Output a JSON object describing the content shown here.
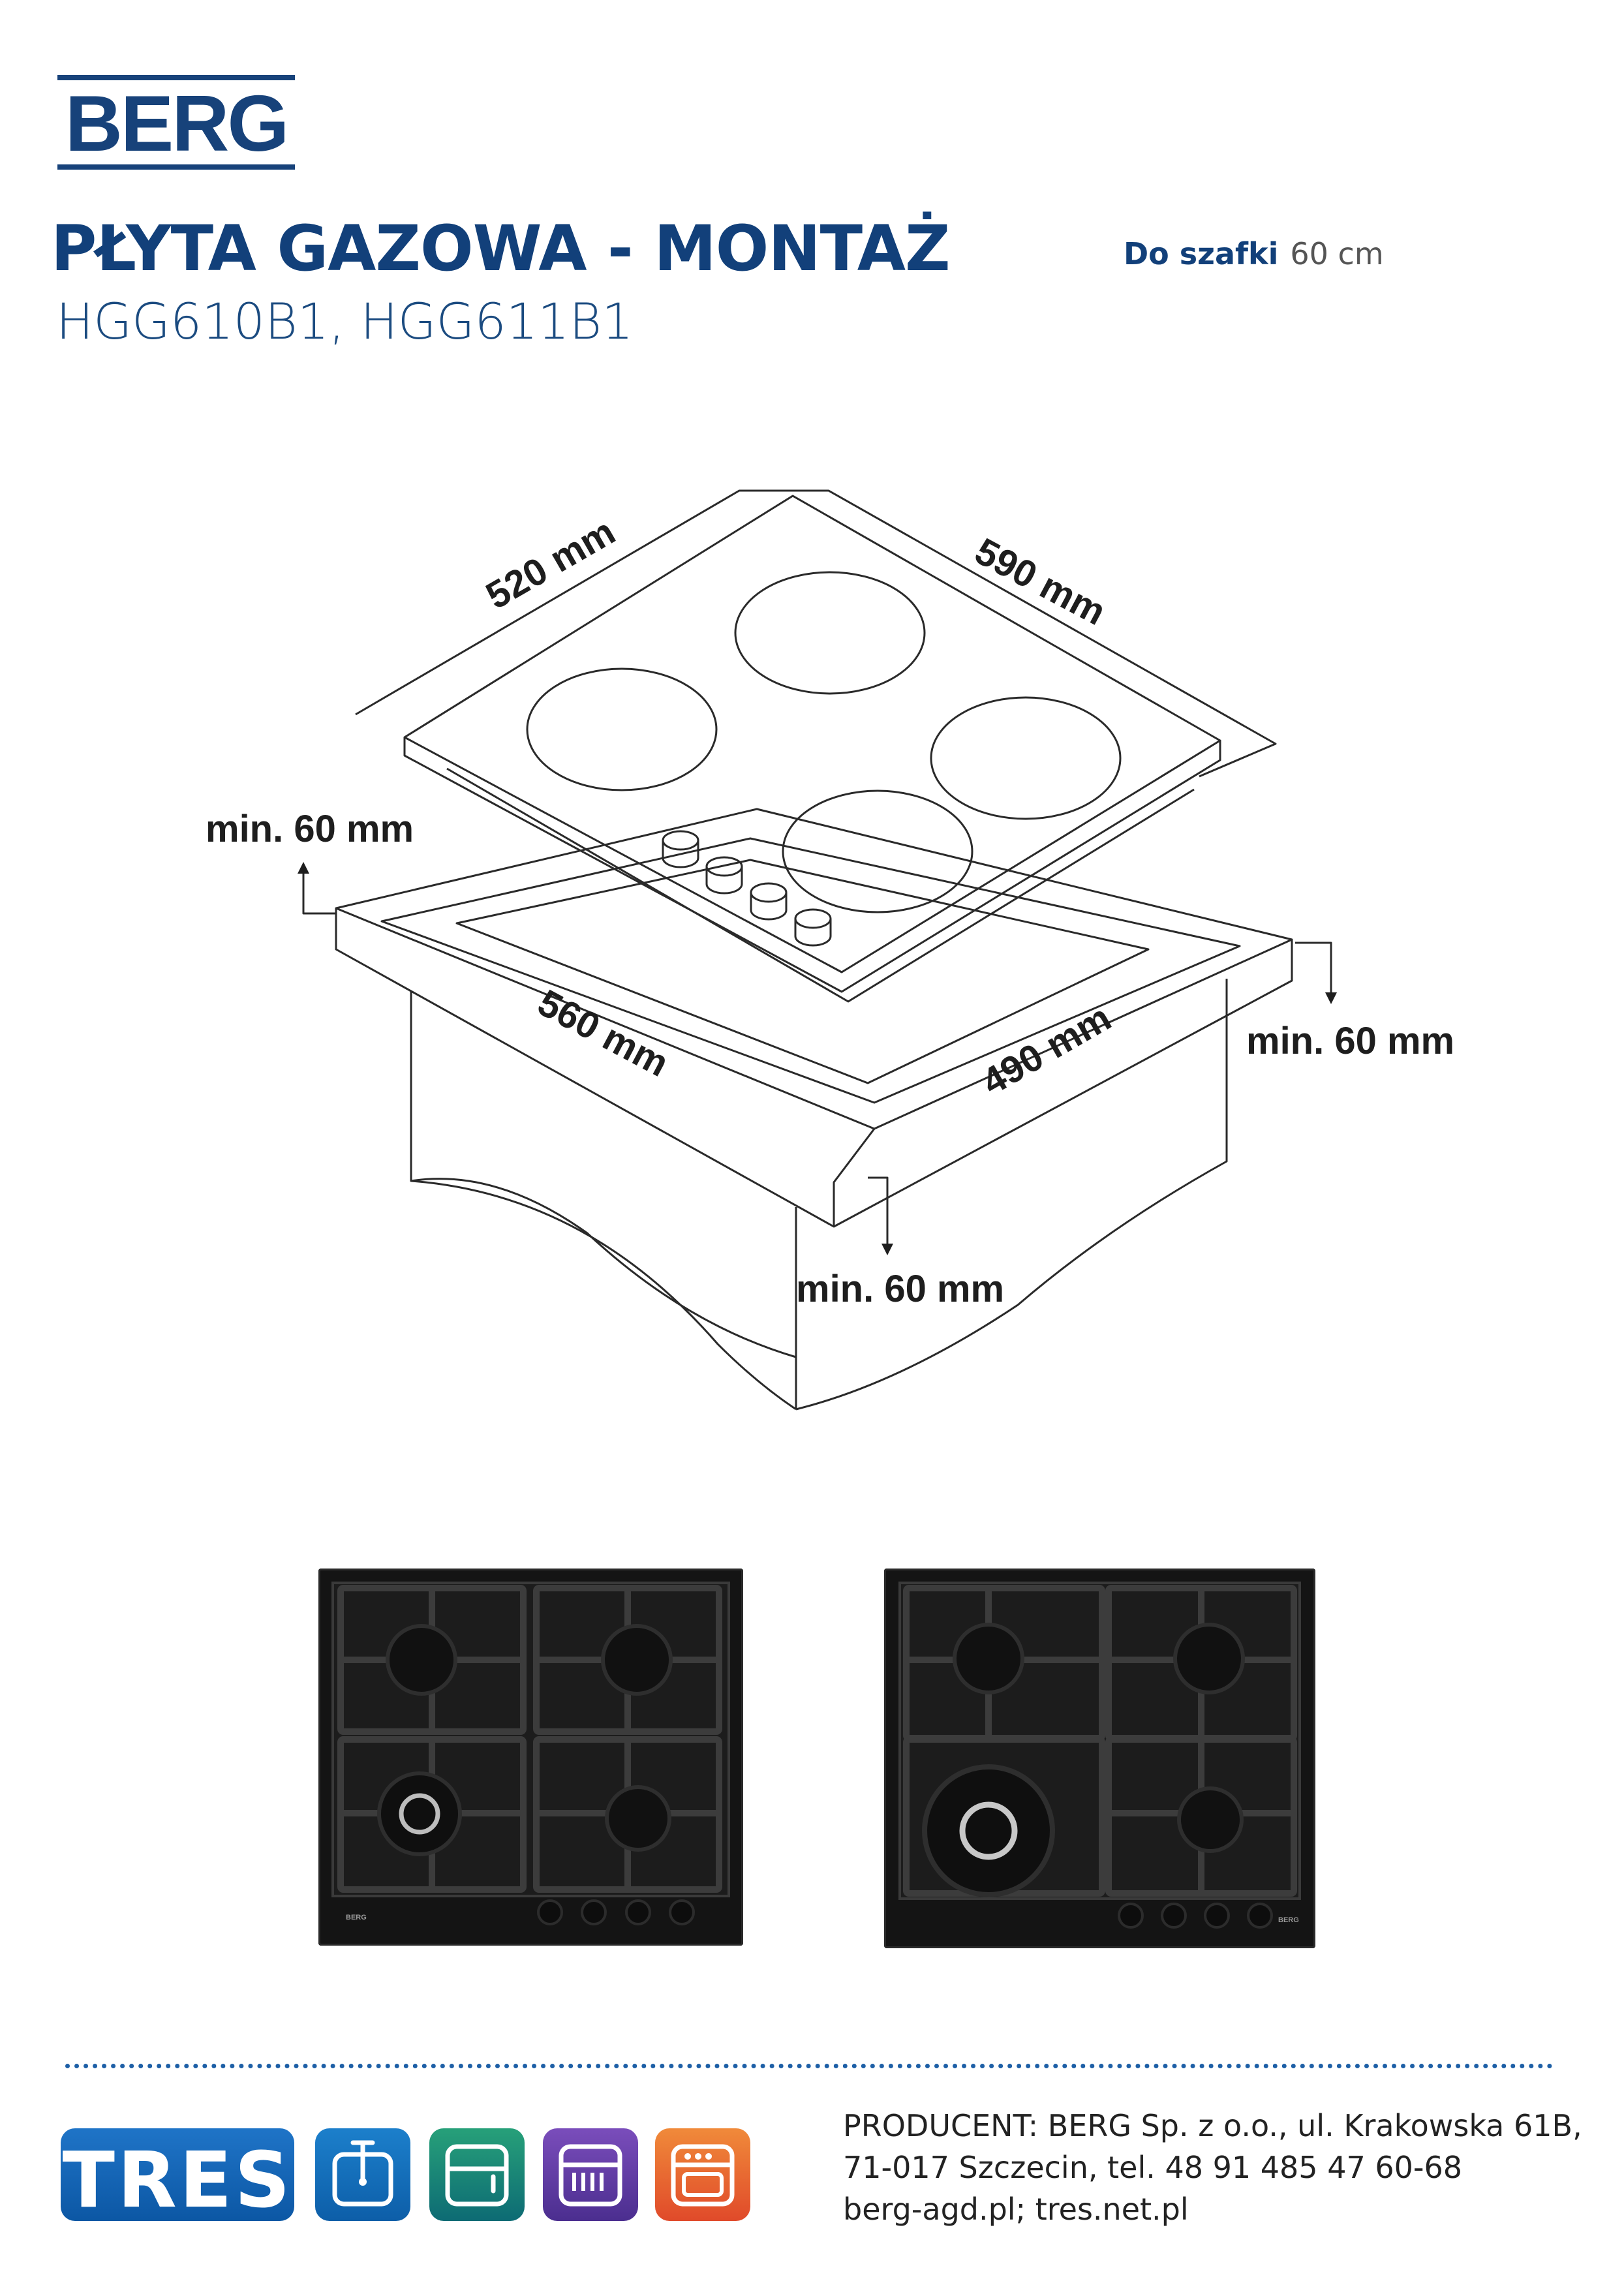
{
  "brand": {
    "logo_text": "BERG"
  },
  "header": {
    "title": "PŁYTA GAZOWA - MONTAŻ",
    "models": "HGG610B1, HGG611B1",
    "cabinet_label": "Do szafki",
    "cabinet_value": "60 cm"
  },
  "diagram": {
    "dim_520": "520 mm",
    "dim_590": "590 mm",
    "dim_560": "560 mm",
    "dim_490": "490 mm",
    "clearance_left": "min. 60 mm",
    "clearance_right": "min. 60 mm",
    "clearance_front": "min. 60 mm"
  },
  "photos": {
    "hob_brand_mark": "BERG"
  },
  "footer": {
    "tres_logo": "TRES",
    "category_icons": [
      "sink-icon",
      "fridge-icon",
      "dishwasher-icon",
      "oven-icon"
    ],
    "producer_line1": "PRODUCENT:  BERG Sp. z o.o., ul. Krakowska 61B,",
    "producer_line2": "71-017 Szczecin, tel. 48 91 485 47 60-68",
    "producer_line3": "berg-agd.pl; tres.net.pl"
  },
  "colors": {
    "brand_blue": "#17427a",
    "tres_blue": "#0c57a4",
    "divider_blue": "#1d5fa6",
    "drawing_line": "#2a2a2a"
  }
}
